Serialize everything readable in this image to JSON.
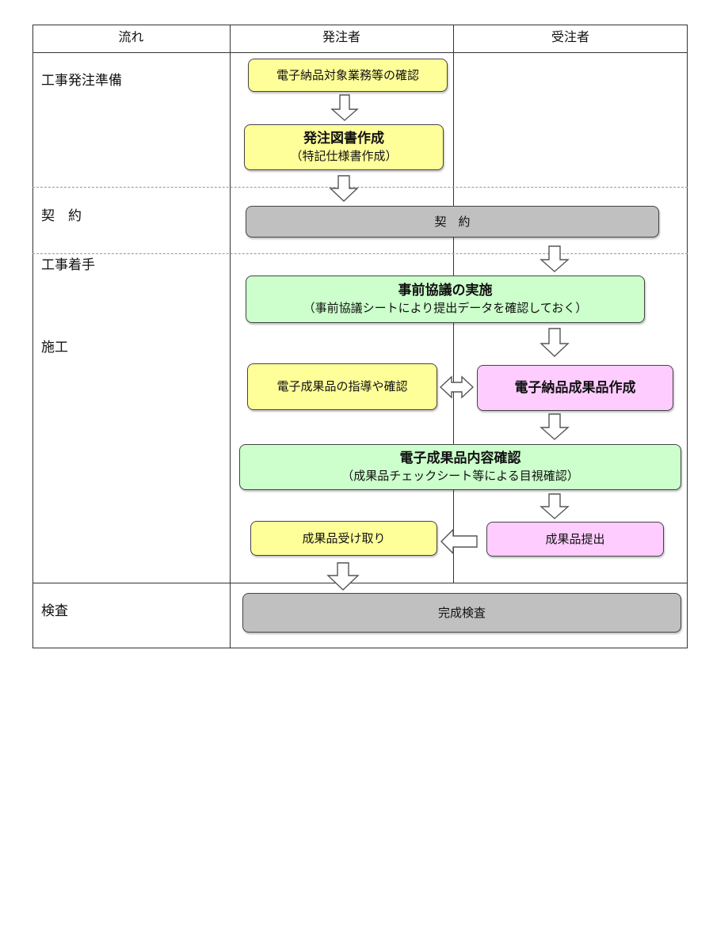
{
  "header": {
    "col_flow": "流れ",
    "col_orderer": "発注者",
    "col_contractor": "受注者"
  },
  "phases": {
    "prep": "工事発注準備",
    "contract": "契　約",
    "start": "工事着手",
    "construction": "施工",
    "inspection": "検査"
  },
  "boxes": {
    "confirm_target": "電子納品対象業務等の確認",
    "order_docs_title": "発注図書作成",
    "order_docs_sub": "（特記仕様書作成）",
    "contract": "契　約",
    "pre_consult_title": "事前協議の実施",
    "pre_consult_sub": "（事前協議シートにより提出データを確認しておく）",
    "guidance": "電子成果品の指導や確認",
    "create_deliverables": "電子納品成果品作成",
    "content_check_title": "電子成果品内容確認",
    "content_check_sub": "（成果品チェックシート等による目視確認）",
    "receive": "成果品受け取り",
    "submit": "成果品提出",
    "completion_inspection": "完成検査"
  },
  "colors": {
    "yellow": "#ffff99",
    "green": "#ccffcc",
    "pink": "#ffccff",
    "gray": "#c0c0c0"
  }
}
